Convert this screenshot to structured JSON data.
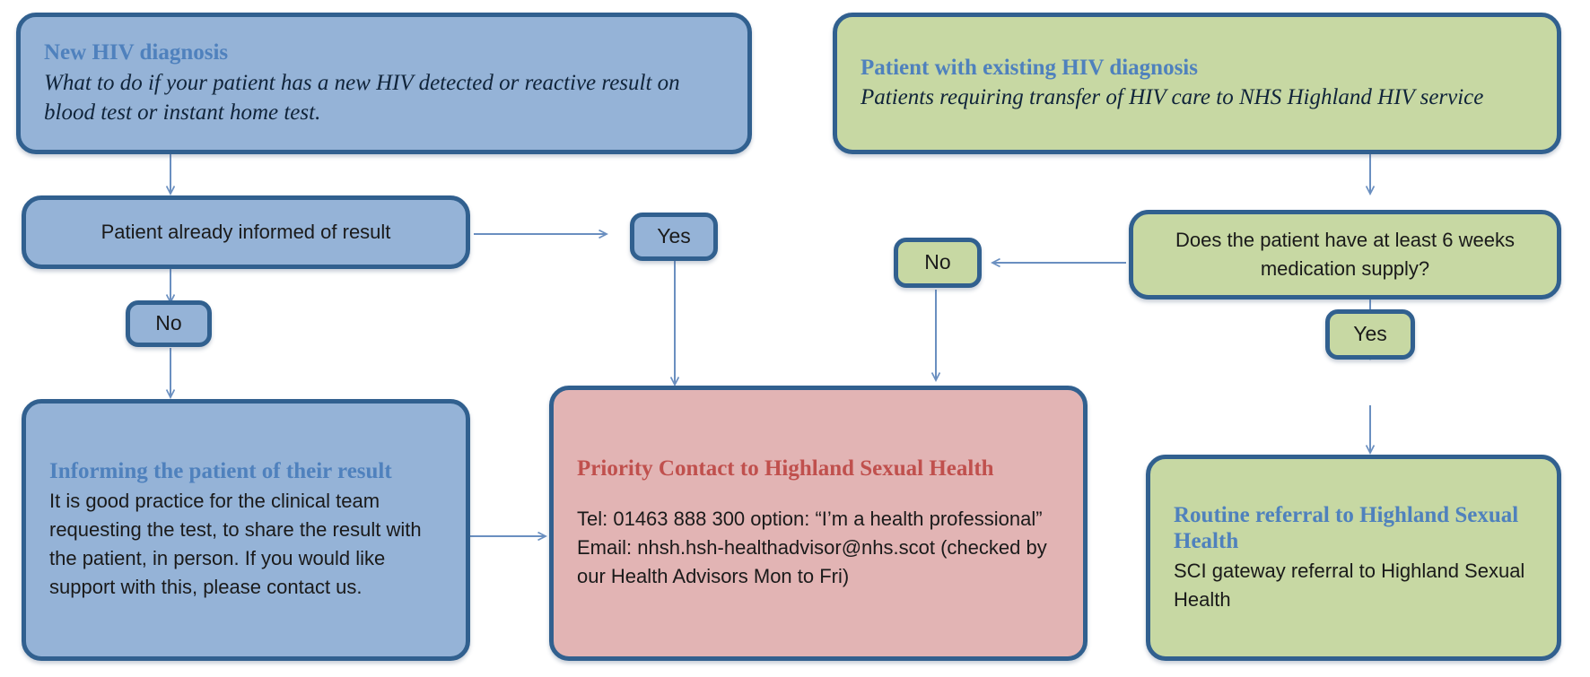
{
  "diagram": {
    "title": "HIV diagnosis referral pathway flowchart",
    "colors": {
      "blue_fill": "#95B3D7",
      "green_fill": "#C7D8A3",
      "pink_fill": "#E2B4B4",
      "border": "#31608F",
      "heading_blue": "#4F81BD",
      "heading_red": "#C0504D",
      "connector": "#6A8FC0",
      "body_text": "#1A1A1A"
    },
    "nodes": {
      "new_hiv": {
        "title": "New HIV diagnosis",
        "subtitle": "What to do if your patient has a new HIV detected or reactive result on blood test or instant home test."
      },
      "existing_hiv": {
        "title": "Patient with existing HIV diagnosis",
        "subtitle": "Patients requiring transfer of HIV care to NHS Highland HIV service"
      },
      "already_informed": {
        "label": "Patient already informed of result"
      },
      "left_yes": {
        "label": "Yes"
      },
      "left_no": {
        "label": "No"
      },
      "informing_patient": {
        "title": "Informing the patient of their result",
        "body": "It is good practice for the clinical team requesting the test, to share the result with the patient, in person. If you would like support with this, please contact us."
      },
      "priority_contact": {
        "title": "Priority Contact to Highland Sexual Health",
        "tel": "Tel: 01463 888 300 option: “I’m a health professional”",
        "email": "Email: nhsh.hsh-healthadvisor@nhs.scot (checked by our Health Advisors Mon to Fri)"
      },
      "medication_supply": {
        "label": "Does the patient have at least 6 weeks medication supply?"
      },
      "right_no": {
        "label": "No"
      },
      "right_yes": {
        "label": "Yes"
      },
      "routine_referral": {
        "title": "Routine referral to Highland Sexual Health",
        "body": "SCI gateway referral to Highland Sexual Health"
      }
    }
  }
}
